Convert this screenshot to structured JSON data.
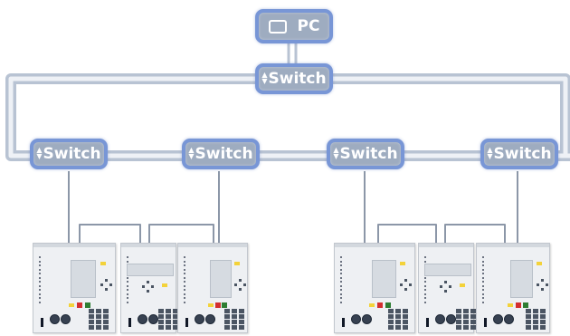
{
  "pc": {
    "label": "PC",
    "icon": "monitor-icon"
  },
  "switches": [
    {
      "id": "core",
      "label": "Switch"
    },
    {
      "id": "s1",
      "label": "Switch"
    },
    {
      "id": "s2",
      "label": "Switch"
    },
    {
      "id": "s3",
      "label": "Switch"
    },
    {
      "id": "s4",
      "label": "Switch"
    }
  ],
  "colors": {
    "node_fill": "#9eacc0",
    "node_border": "#7896d6",
    "ring_outer": "#b8c3d3",
    "ring_inner": "#eef1f6",
    "drop_line": "#8c97a8"
  },
  "devices": [
    {
      "group": "left",
      "type": "relay-tall"
    },
    {
      "group": "left",
      "type": "relay-keypad"
    },
    {
      "group": "left",
      "type": "relay-tall"
    },
    {
      "group": "right",
      "type": "relay-tall"
    },
    {
      "group": "right",
      "type": "relay-keypad"
    },
    {
      "group": "right",
      "type": "relay-tall"
    }
  ]
}
